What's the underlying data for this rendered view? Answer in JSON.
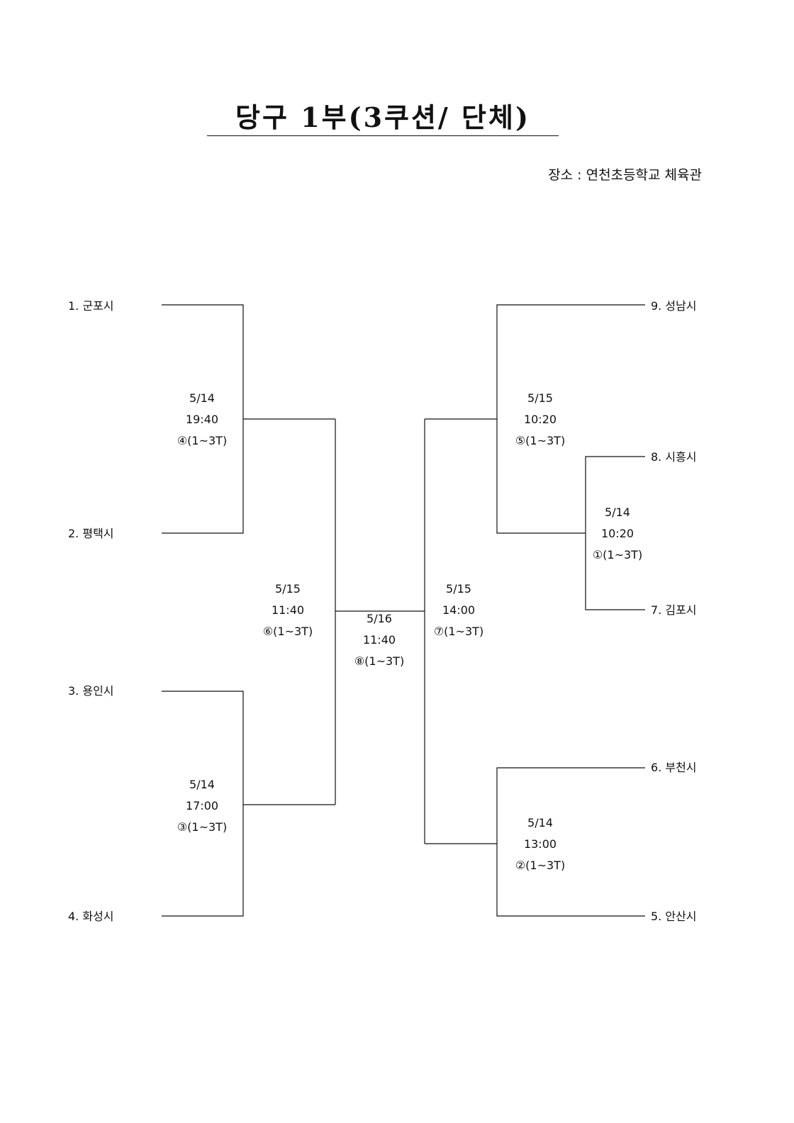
{
  "title": "당구 1부(3쿠션/ 단체)",
  "venue": "장소 : 연천초등학교 체육관",
  "teams": {
    "t1": "1. 군포시",
    "t2": "2. 평택시",
    "t3": "3. 용인시",
    "t4": "4. 화성시",
    "t5": "5. 안산시",
    "t6": "6. 부천시",
    "t7": "7. 김포시",
    "t8": "8. 시흥시",
    "t9": "9. 성남시"
  },
  "matches": {
    "m1": {
      "date": "5/14",
      "time": "10:20",
      "table": "①(1~3T)"
    },
    "m2": {
      "date": "5/14",
      "time": "13:00",
      "table": "②(1~3T)"
    },
    "m3": {
      "date": "5/14",
      "time": "17:00",
      "table": "③(1~3T)"
    },
    "m4": {
      "date": "5/14",
      "time": "19:40",
      "table": "④(1~3T)"
    },
    "m5": {
      "date": "5/15",
      "time": "10:20",
      "table": "⑤(1~3T)"
    },
    "m6": {
      "date": "5/15",
      "time": "11:40",
      "table": "⑥(1~3T)"
    },
    "m7": {
      "date": "5/15",
      "time": "14:00",
      "table": "⑦(1~3T)"
    },
    "m8": {
      "date": "5/16",
      "time": "11:40",
      "table": "⑧(1~3T)"
    }
  }
}
